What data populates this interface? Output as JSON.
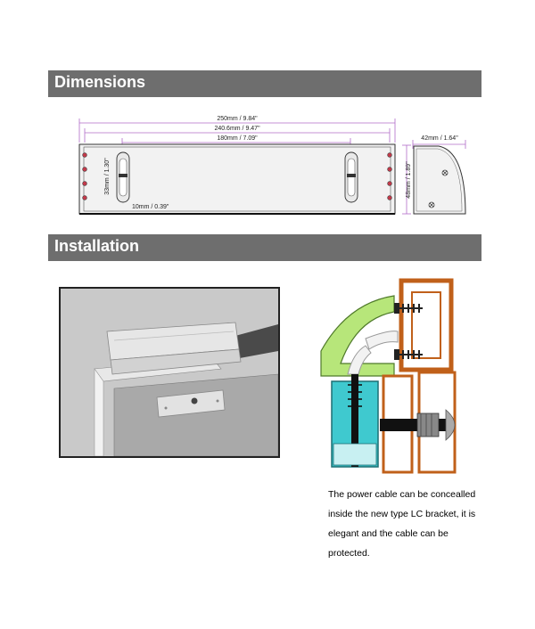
{
  "sections": {
    "dimensions": "Dimensions",
    "installation": "Installation"
  },
  "dimensions": {
    "overall_length": "250mm / 9.84\"",
    "mounting_length": "240.6mm / 9.47\"",
    "slot_spacing": "180mm / 7.09\"",
    "slot_height": "33mm / 1.30\"",
    "slot_width": "10mm / 0.39\"",
    "profile_depth": "42mm / 1.64\"",
    "profile_height": "48mm / 1.89\""
  },
  "installation": {
    "caption_lines": [
      "The power cable can be concealled",
      "inside the new type LC bracket, it is",
      "elegant and the cable can be",
      "protected."
    ]
  },
  "colors": {
    "section_bar": "#6e6e6e",
    "dimension_line": "#b06cc8",
    "door_frame": "#c0601a",
    "bracket_green": "#b7e67a",
    "magnet_cyan": "#3fc9cf"
  }
}
